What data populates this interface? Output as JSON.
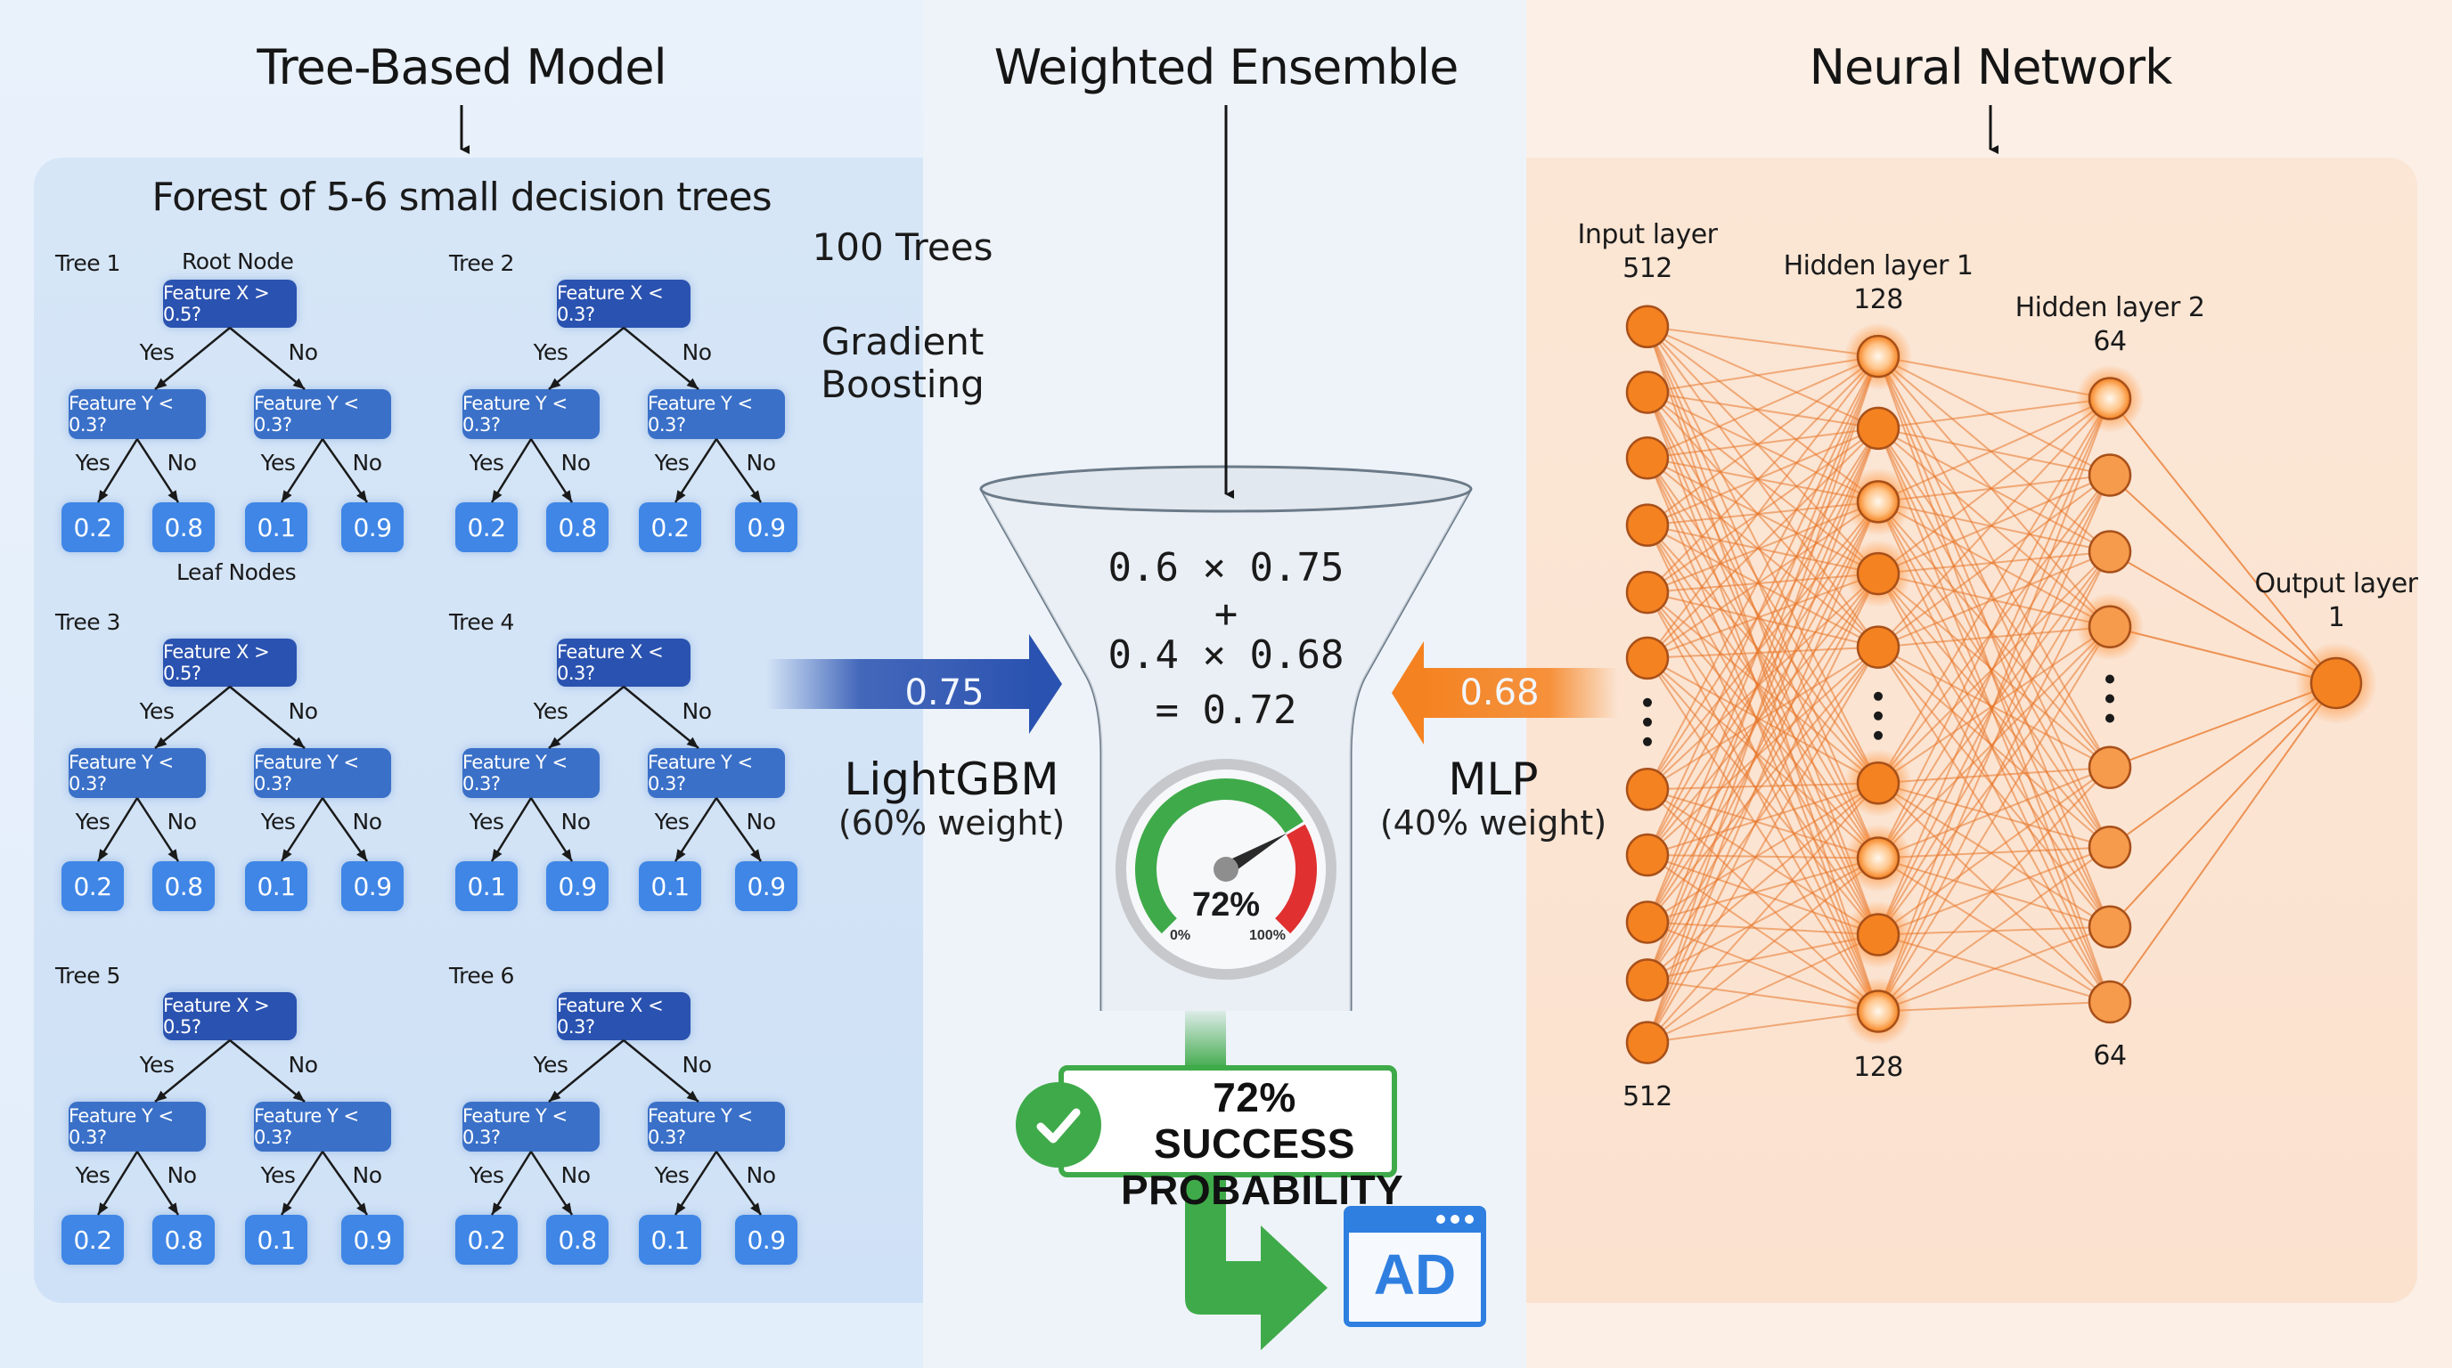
{
  "titles": {
    "tree_model": "Tree-Based Model",
    "ensemble": "Weighted Ensemble",
    "neural_network": "Neural Network"
  },
  "forest": {
    "title": "Forest of 5-6 small decision trees",
    "root_node_label": "Root Node",
    "leaf_nodes_label": "Leaf Nodes",
    "yes_label": "Yes",
    "no_label": "No",
    "trees": [
      {
        "name": "Tree 1",
        "root": "Feature X > 0.5?",
        "left": "Feature Y < 0.3?",
        "right": "Feature Y < 0.3?",
        "leaves": [
          "0.2",
          "0.8",
          "0.1",
          "0.9"
        ]
      },
      {
        "name": "Tree 2",
        "root": "Feature X < 0.3?",
        "left": "Feature Y < 0.3?",
        "right": "Feature Y < 0.3?",
        "leaves": [
          "0.2",
          "0.8",
          "0.2",
          "0.9"
        ]
      },
      {
        "name": "Tree 3",
        "root": "Feature X > 0.5?",
        "left": "Feature Y < 0.3?",
        "right": "Feature Y < 0.3?",
        "leaves": [
          "0.2",
          "0.8",
          "0.1",
          "0.9"
        ]
      },
      {
        "name": "Tree 4",
        "root": "Feature X < 0.3?",
        "left": "Feature Y < 0.3?",
        "right": "Feature Y < 0.3?",
        "leaves": [
          "0.1",
          "0.9",
          "0.1",
          "0.9"
        ]
      },
      {
        "name": "Tree 5",
        "root": "Feature X > 0.5?",
        "left": "Feature Y < 0.3?",
        "right": "Feature Y < 0.3?",
        "leaves": [
          "0.2",
          "0.8",
          "0.1",
          "0.9"
        ]
      },
      {
        "name": "Tree 6",
        "root": "Feature X < 0.3?",
        "left": "Feature Y < 0.3?",
        "right": "Feature Y < 0.3?",
        "leaves": [
          "0.2",
          "0.8",
          "0.1",
          "0.9"
        ]
      }
    ]
  },
  "boosting": {
    "trees_count": "100 Trees",
    "method_line1": "Gradient",
    "method_line2": "Boosting"
  },
  "lightgbm": {
    "output_value": "0.75",
    "name": "LightGBM",
    "weight": "(60% weight)"
  },
  "mlp": {
    "output_value": "0.68",
    "name": "MLP",
    "weight": "(40% weight)"
  },
  "formula": {
    "line1": "0.6 × 0.75",
    "line2": "+",
    "line3": "0.4 × 0.68",
    "line4": "= 0.72"
  },
  "gauge": {
    "value_percent": 72,
    "label": "72%",
    "min_label": "0%",
    "max_label": "100%"
  },
  "result": {
    "line1": "72% SUCCESS",
    "line2": "PROBABILITY",
    "ad_label": "AD",
    "check_icon": "check-circle-icon"
  },
  "network": {
    "input": {
      "label": "Input layer",
      "size": "512",
      "bottom_size": "512"
    },
    "hidden1": {
      "label": "Hidden layer 1",
      "size": "128",
      "bottom_size": "128"
    },
    "hidden2": {
      "label": "Hidden layer 2",
      "size": "64",
      "bottom_size": "64"
    },
    "output": {
      "label": "Output layer",
      "size": "1"
    }
  },
  "colors": {
    "tree_root": "#2a52b0",
    "tree_mid": "#3a70c8",
    "tree_leaf": "#3f86e6",
    "lightgbm_arrow": "#2a52b0",
    "mlp_arrow": "#f58220",
    "success_green": "#3faa4a",
    "gauge_red": "#e03030",
    "ad_blue": "#2f7fe0",
    "neuron": "#f58220"
  }
}
